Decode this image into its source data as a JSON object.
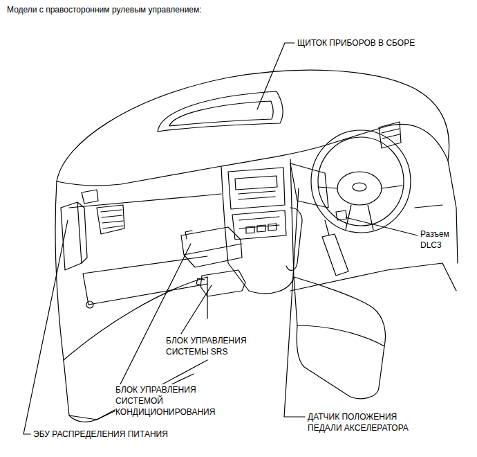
{
  "diagram": {
    "title": "Модели с правосторонним рулевым управлением:",
    "labels": [
      "ЩИТОК ПРИБОРОВ В СБОРЕ",
      "Разъем DLC3",
      "БЛОК УПРАВЛЕНИЯ СИСТЕМЫ SRS",
      "БЛОК УПРАВЛЕНИЯ СИСТЕМОЙ КОНДИЦИОНИРОВАНИЯ",
      "ЭБУ РАСПРЕДЕЛЕНИЯ ПИТАНИЯ",
      "ДАТЧИК ПОЛОЖЕНИЯ ПЕДАЛИ АКСЕЛЕРАТОРА"
    ]
  }
}
